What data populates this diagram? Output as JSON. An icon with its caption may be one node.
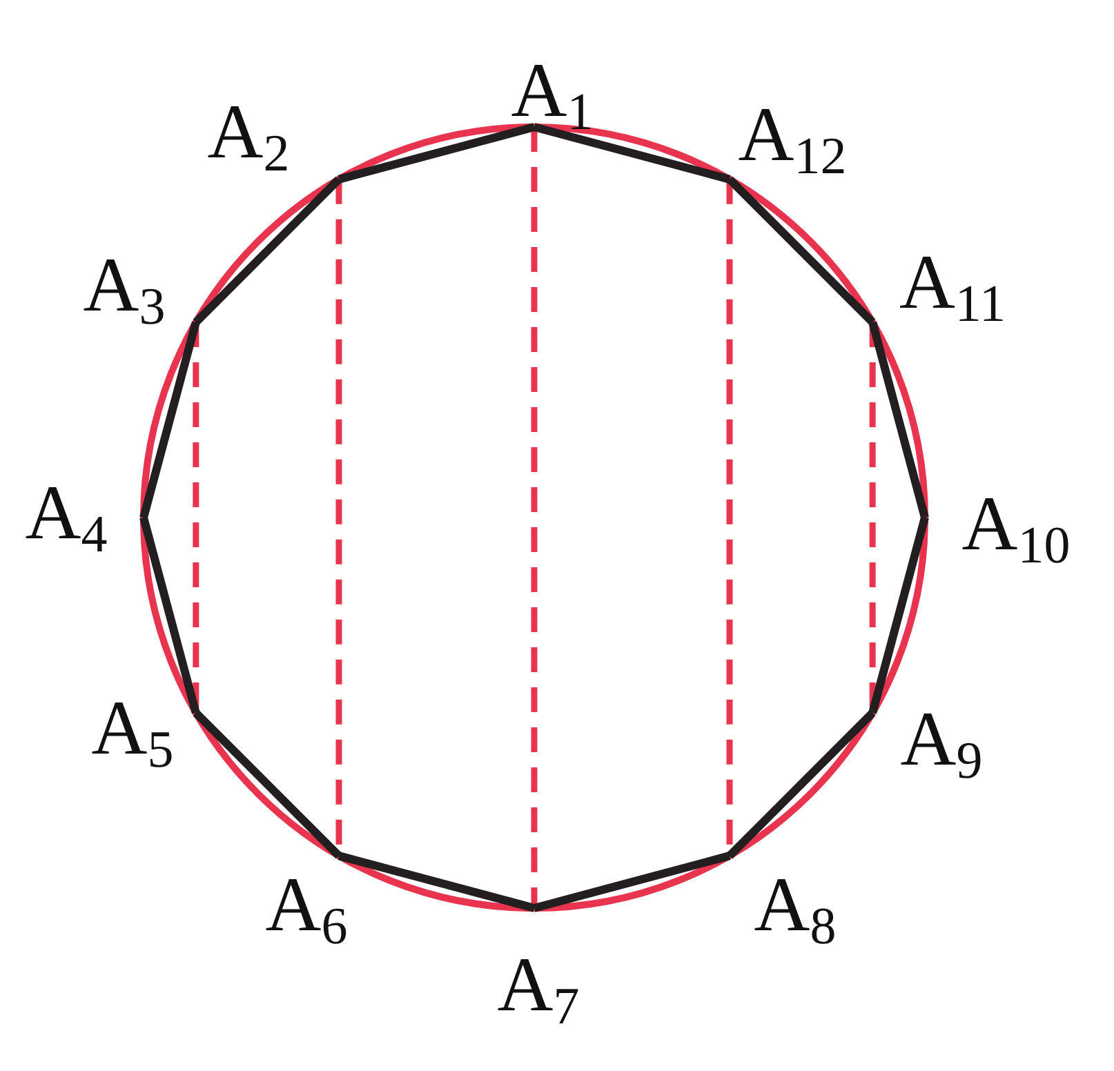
{
  "diagram": {
    "nodes": [
      {
        "text": [
          "A$_{1}$"
        ]
      },
      {
        "text": [
          "A$_{2}$"
        ]
      },
      {
        "text": [
          "A$_{3}$"
        ]
      },
      {
        "text": [
          "A$_{4}$"
        ]
      },
      {
        "text": [
          "A$_{5}$"
        ]
      },
      {
        "text": [
          "A$_{6}$"
        ]
      },
      {
        "text": [
          "A$_{7}$"
        ]
      },
      {
        "text": [
          "A$_{8}$"
        ]
      },
      {
        "text": [
          "A$_{9}$"
        ]
      },
      {
        "text": [
          "A$_{10}$"
        ]
      },
      {
        "text": [
          "A$_{11}$"
        ]
      },
      {
        "text": [
          "A$_{12}$"
        ]
      }
    ],
    "edges": [
      {
        "from": 0,
        "to": 1,
        "arrow": "none"
      },
      {
        "from": 1,
        "to": 2,
        "arrow": "none"
      },
      {
        "from": 2,
        "to": 3,
        "arrow": "none"
      },
      {
        "from": 3,
        "to": 4,
        "arrow": "none"
      },
      {
        "from": 4,
        "to": 5,
        "arrow": "none"
      },
      {
        "from": 5,
        "to": 6,
        "arrow": "none"
      },
      {
        "from": 6,
        "to": 7,
        "arrow": "none"
      },
      {
        "from": 7,
        "to": 8,
        "arrow": "none"
      },
      {
        "from": 8,
        "to": 9,
        "arrow": "none"
      },
      {
        "from": 9,
        "to": 10,
        "arrow": "none"
      },
      {
        "from": 10,
        "to": 11,
        "arrow": "none"
      },
      {
        "from": 11,
        "to": 0,
        "arrow": "none"
      },
      {
        "from": 2,
        "to": 4,
        "arrow": "none",
        "style": "dashed",
        "color": "#e8344e"
      },
      {
        "from": 1,
        "to": 5,
        "arrow": "none",
        "style": "dashed",
        "color": "#e8344e"
      },
      {
        "from": 0,
        "to": 6,
        "arrow": "none",
        "style": "dashed",
        "color": "#e8344e"
      },
      {
        "from": 11,
        "to": 7,
        "arrow": "none",
        "style": "dashed",
        "color": "#e8344e"
      },
      {
        "from": 10,
        "to": 8,
        "arrow": "none",
        "style": "dashed",
        "color": "#e8344e"
      }
    ]
  }
}
